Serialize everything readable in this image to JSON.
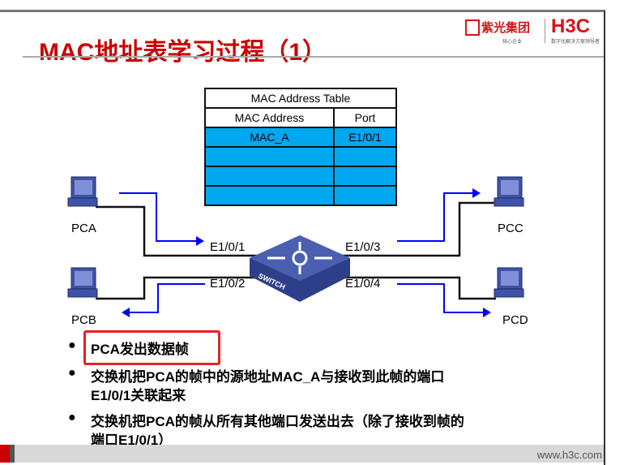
{
  "title": "MAC地址表学习过程（1）",
  "logo": {
    "brand_cn": "紫光集团",
    "brand_en": "H3C",
    "tagline_left": "核心企业",
    "tagline_right": "数字化解决方案领导者"
  },
  "table": {
    "title": "MAC Address Table",
    "headers": [
      "MAC Address",
      "Port"
    ],
    "rows": [
      [
        "MAC_A",
        "E1/0/1"
      ],
      [
        "",
        ""
      ],
      [
        "",
        ""
      ],
      [
        "",
        ""
      ]
    ]
  },
  "network": {
    "hosts": [
      "PCA",
      "PCB",
      "PCC",
      "PCD"
    ],
    "ports": [
      "E1/0/1",
      "E1/0/2",
      "E1/0/3",
      "E1/0/4"
    ],
    "switch_label": "SWITCH"
  },
  "bullets": [
    "PCA发出数据帧",
    "交换机把PCA的帧中的源地址MAC_A与接收到此帧的端口",
    "E1/0/1关联起来",
    "交换机把PCA的帧从所有其他端口发送出去（除了接收到帧的",
    "端口E1/0/1）"
  ],
  "footer": {
    "url": "www.h3c.com"
  },
  "colors": {
    "title": "#cc0000",
    "table_fill": "#00a8f0",
    "arrow": "#0000ff",
    "highlight_box": "#e82020"
  }
}
